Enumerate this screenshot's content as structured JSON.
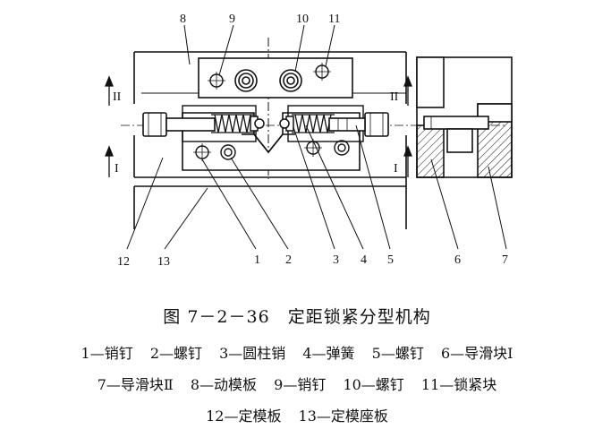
{
  "callouts": [
    "1",
    "2",
    "3",
    "4",
    "5",
    "6",
    "7",
    "8",
    "9",
    "10",
    "11",
    "12",
    "13"
  ],
  "section_marks": {
    "upper": "II",
    "lower": "I"
  },
  "figure": {
    "number": "图 7－2－36",
    "title": "定距锁紧分型机构"
  },
  "legend": {
    "line1": [
      "1—销钉",
      "2—螺钉",
      "3—圆柱销",
      "4—弹簧",
      "5—螺钉",
      "6—导滑块Ⅰ"
    ],
    "line2": [
      "7—导滑块Ⅱ",
      "8—动模板",
      "9—销钉",
      "10—螺钉",
      "11—锁紧块"
    ],
    "line3": [
      "12—定模板",
      "13—定模座板"
    ]
  }
}
